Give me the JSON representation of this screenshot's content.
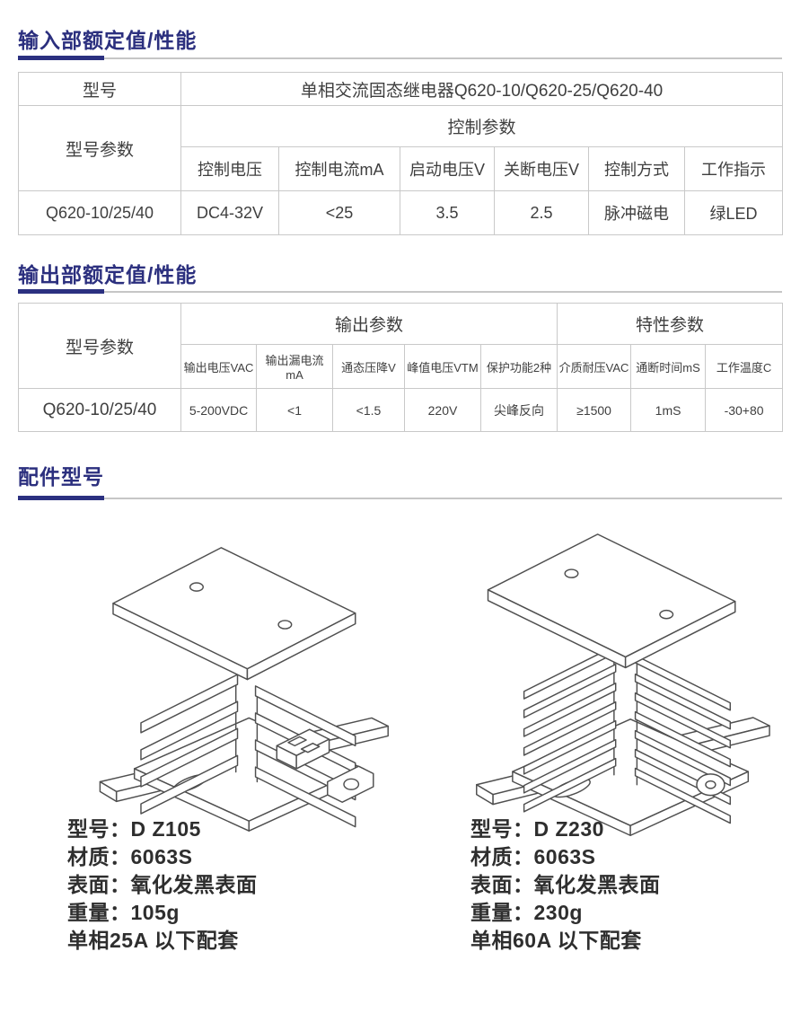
{
  "colors": {
    "accent_blue": "#343a85",
    "title_navy": "#2b2f7e",
    "border_gray": "#c9c9c9"
  },
  "sections": {
    "input": {
      "title": "输入部额定值/性能"
    },
    "output": {
      "title": "输出部额定值/性能"
    },
    "accessories": {
      "title": "配件型号"
    }
  },
  "input_table": {
    "model_header": "型号",
    "model_value": "单相交流固态继电器Q620-10/Q620-25/Q620-40",
    "param_header": "型号参数",
    "group_header": "控制参数",
    "columns": [
      "控制电压",
      "控制电流mA",
      "启动电压V",
      "关断电压V",
      "控制方式",
      "工作指示"
    ],
    "row": {
      "model": "Q620-10/25/40",
      "values": [
        "DC4-32V",
        "<25",
        "3.5",
        "2.5",
        "脉冲磁电",
        "绿LED"
      ]
    }
  },
  "output_table": {
    "param_header": "型号参数",
    "group_output": "输出参数",
    "group_char": "特性参数",
    "columns": [
      "输出电压VAC",
      "输出漏电流mA",
      "通态压降V",
      "峰值电压VTM",
      "保护功能2种",
      "介质耐压VAC",
      "通断时间mS",
      "工作温度C"
    ],
    "row": {
      "model": "Q620-10/25/40",
      "values": [
        "5-200VDC",
        "<1",
        "<1.5",
        "220V",
        "尖峰反向",
        "≥1500",
        "1mS",
        "-30+80"
      ]
    }
  },
  "accessories": {
    "items": [
      {
        "drawing_icon": "heatsink-isometric-small-icon",
        "lines": [
          "型号：D Z105",
          "材质：6063S",
          "表面：氧化发黑表面",
          "重量：105g",
          "单相25A 以下配套"
        ]
      },
      {
        "drawing_icon": "heatsink-isometric-large-icon",
        "lines": [
          "型号：D Z230",
          "材质：6063S",
          "表面：氧化发黑表面",
          "重量：230g",
          "单相60A 以下配套"
        ]
      }
    ]
  }
}
